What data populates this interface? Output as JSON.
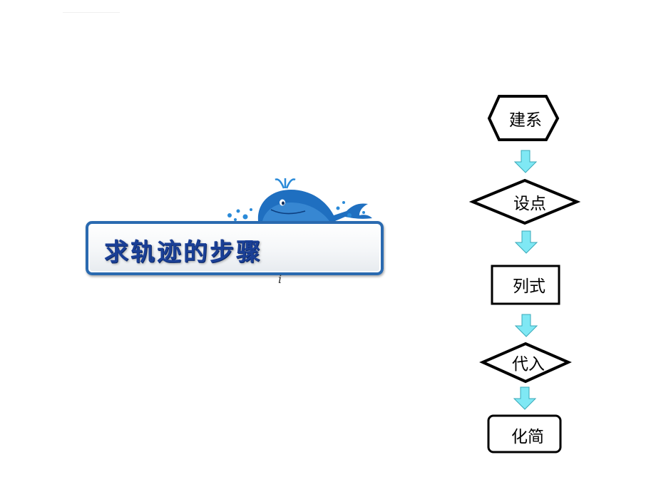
{
  "banner": {
    "title": "求轨迹的步骤",
    "stray_mark": "i"
  },
  "flowchart": {
    "steps": [
      {
        "label": "建系",
        "shape": "hexagon"
      },
      {
        "label": "设点",
        "shape": "diamond"
      },
      {
        "label": "列式",
        "shape": "rectangle"
      },
      {
        "label": "代入",
        "shape": "diamond"
      },
      {
        "label": "化简",
        "shape": "rounded-rectangle"
      }
    ],
    "arrow_color": "#7fe8f4",
    "arrow_stroke": "#3aa9b8"
  }
}
